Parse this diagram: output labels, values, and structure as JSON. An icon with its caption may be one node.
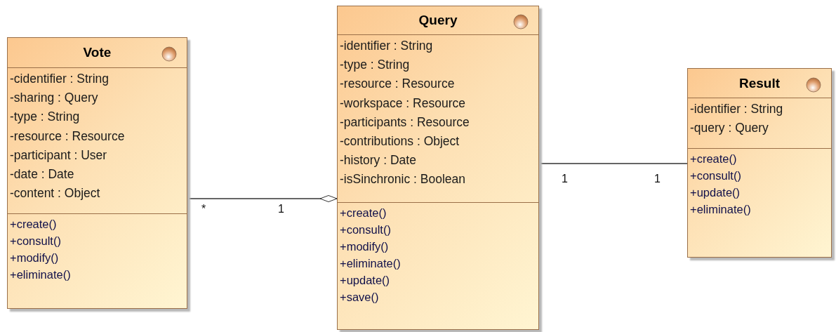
{
  "diagram": {
    "nodes": [
      {
        "text": [
          "Vote"
        ]
      },
      {
        "text": [
          "-cidentifier : String",
          "-sharing : Query",
          "-type : String",
          "-resource : Resource",
          "-participant : User",
          "-date : Date",
          "-content : Object"
        ],
        "in": 0
      },
      {
        "text": [
          "+create()",
          "+consult()",
          "+modify()",
          "+eliminate()"
        ],
        "in": 0
      },
      {
        "text": [
          "Query"
        ]
      },
      {
        "text": [
          "-identifier : String",
          "-type : String",
          "-resource : Resource",
          "-workspace : Resource",
          "-participants : Resource",
          "-contributions : Object",
          "-history : Date",
          "-isSinchronic : Boolean"
        ],
        "in": 3
      },
      {
        "text": [
          "+create()",
          "+consult()",
          "+modify()",
          "+eliminate()",
          "+update()",
          "+save()"
        ],
        "in": 3
      },
      {
        "text": [
          "Result"
        ]
      },
      {
        "text": [
          "-identifier : String",
          "-query : Query"
        ],
        "in": 6
      },
      {
        "text": [
          "+create()",
          "+consult()",
          "+update()",
          "+eliminate()"
        ],
        "in": 6
      }
    ],
    "edges": [
      {
        "from": 0,
        "to": 3,
        "arrow": "other"
      },
      {
        "from": 3,
        "to": 6,
        "arrow": "none"
      }
    ],
    "labels": [
      "*",
      "1",
      "1",
      "1"
    ]
  }
}
